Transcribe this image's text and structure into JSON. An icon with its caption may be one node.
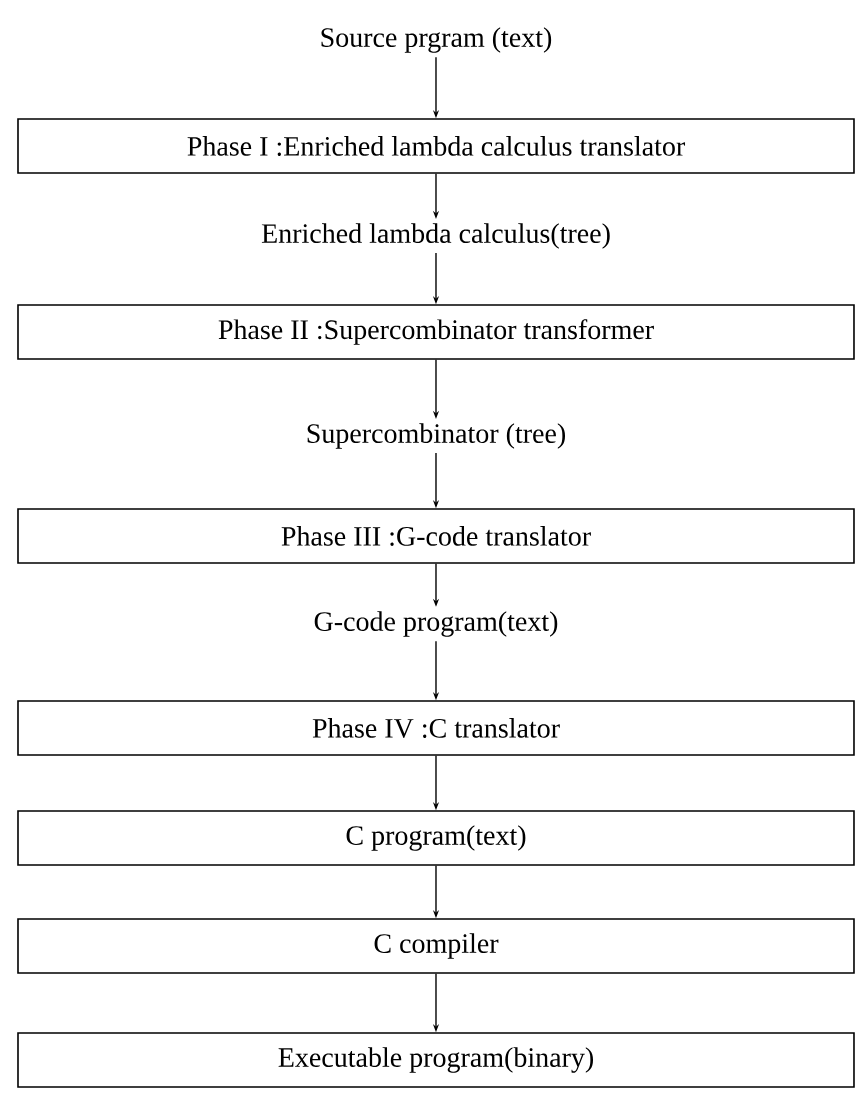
{
  "diagram": {
    "nodes": [
      {
        "text": [
          "Source prgram (text)"
        ]
      },
      {
        "text": [
          "Phase I :Enriched lambda calculus translator"
        ]
      },
      {
        "text": [
          "Enriched lambda calculus(tree)"
        ]
      },
      {
        "text": [
          "Phase II :Supercombinator transformer"
        ]
      },
      {
        "text": [
          "Supercombinator (tree)"
        ]
      },
      {
        "text": [
          "Phase III :G-code translator"
        ]
      },
      {
        "text": [
          "G-code program(text)"
        ]
      },
      {
        "text": [
          "Phase IV :C translator"
        ]
      },
      {
        "text": [
          "C program(text)"
        ]
      },
      {
        "text": [
          "C compiler"
        ]
      },
      {
        "text": [
          "Executable program(binary)"
        ]
      }
    ],
    "edges": [
      {
        "from": 0,
        "to": 1,
        "arrow": "to"
      },
      {
        "from": 1,
        "to": 2,
        "arrow": "to"
      },
      {
        "from": 2,
        "to": 3,
        "arrow": "to"
      },
      {
        "from": 3,
        "to": 4,
        "arrow": "to"
      },
      {
        "from": 4,
        "to": 5,
        "arrow": "to"
      },
      {
        "from": 5,
        "to": 6,
        "arrow": "to"
      },
      {
        "from": 6,
        "to": 7,
        "arrow": "to"
      },
      {
        "from": 7,
        "to": 8,
        "arrow": "to"
      },
      {
        "from": 8,
        "to": 9,
        "arrow": "to"
      },
      {
        "from": 9,
        "to": 10,
        "arrow": "to"
      }
    ]
  }
}
